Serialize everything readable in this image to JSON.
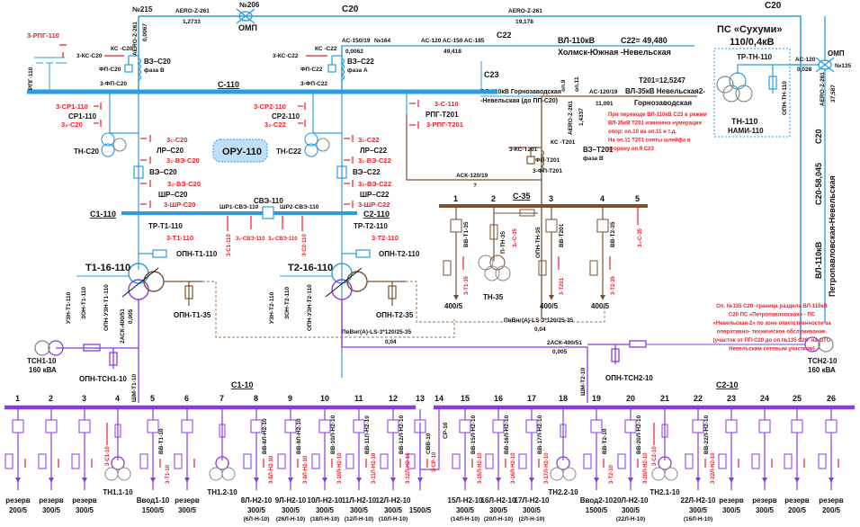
{
  "colors": {
    "hv": "#2a9de0",
    "mv35": "#7a5230",
    "lv10": "#8a3be0",
    "ground": "#e8222a",
    "note": "#e8222a",
    "tsn": "#888888"
  },
  "top": {
    "pole215": "№215",
    "pole206": "№206",
    "omp206": "ОМП",
    "c20_top": "C20",
    "aero_1": "AERO-Z-261",
    "len_1": "1,2733",
    "aero_2": "AERO-Z-261",
    "len_2": "19,178",
    "aero_vert": "AERO-Z-261",
    "len_vert": "0,0067",
    "c22_line": "C22",
    "vl110_title": "ВЛ-110кВ",
    "c22_len": "C22= 49,480",
    "vl110_route": "Холмск-Южная -Невельская",
    "ac150": "AC-150/19",
    "pole164": "№164",
    "len_164": "0,0062",
    "ac_mix": "AC-120 AC-150 AC-185",
    "len_mix": "49,418",
    "c23": "C23",
    "c23_name1": "ВЛ-110кВ Горнозаводская",
    "c23_name2": "-Невельская (до ПП-С20)",
    "op9": "оп.9",
    "op11": "оп.11",
    "ac120_19": "AC-120/19",
    "len_ac120": "11,091",
    "aero_t201": "AERO-Z-261",
    "len_t201": "1,4337",
    "t201_len": "T201=12,5247",
    "t201_name1": "ВЛ-35кВ Невельская2-",
    "t201_name2": "Горнозаводская",
    "note_t201": [
      "При переводе ВЛ-110кВ С23 в режим",
      "ВЛ-35кВ Т201 изменена нумерация",
      "опор: оп.10 на оп.11 и т.д.",
      "На оп.11 Т201 сняты шлейфа в",
      "сторону оп.9 С23"
    ]
  },
  "right": {
    "c20_top": "C20",
    "ps_title": "ПС «Сухуми»",
    "ps_voltage": "110/0,4кВ",
    "tr_tn": "ТР-ТН-110",
    "opn_tn": "ОПН-ТН-110",
    "tn110": "ТН-110",
    "nami": "НАМИ-110",
    "ac120": "AC-120",
    "len_ac120": "0,028",
    "omp": "ОМП",
    "pole135": "№135",
    "aero": "AERO-Z-261",
    "len_aero": "37,587",
    "c20_vert": "C20",
    "c20_len": "C20-58,045",
    "vl110": "ВЛ-110кВ",
    "route": "Петропавловская-Невельская",
    "note": [
      "Оп. №135 С20 -граница раздела ВЛ-110кВ",
      "С20 ПС «Петропавловская» - ПС",
      "«Невельская-2» по зоне ответственности за",
      "оперативно- техническое обслуживание.",
      "(участок от ПП-С20 до оп.№135 С20-  на ОТО",
      "Невельским сетевым  участком)"
    ]
  },
  "hv": {
    "rpg110": "РПГ-110",
    "z_rpg110": "3-РПГ-110",
    "ks_c20": "КС -С20",
    "z_ks_c20": "3-КС-С20",
    "vz_c20": "ВЗ–С20",
    "faza_c20": "фаза В",
    "fp_c20": "ФП-С20",
    "z_fp_c20": "3-ФП-С20",
    "fp_box": "ФП",
    "ks_c22": "КС -С22",
    "z_ks_c22": "3-КС-С22",
    "vz_c22": "ВЗ–С22",
    "faza_c22": "фаза А",
    "fp_c22": "ФП-С22",
    "z_fp_c22": "3-ФП-С22",
    "c110": "С-110",
    "z_sr1": "3-СР1-110",
    "sr1": "СР1-110",
    "z2_c20": "3₂-С20",
    "z_sr2": "3-СР2-110",
    "sr2": "СР2-110",
    "z2_c22": "3₂-С22",
    "tn_c20": "ТН-С20",
    "tn_c22": "ТН-С22",
    "oru": "ОРУ-110",
    "z1_c20": "3₁-С20",
    "lr_c20": "ЛР–С20",
    "z1_vz_c20": "3₁-ВЭ-С20",
    "ve_c20": "ВЭ–С20",
    "z2_vz_c20": "3₂-ВЭ-С20",
    "shr_c20": "ШР–С20",
    "z_shr_c20": "3-ШР-С20",
    "z1_c22": "3₁-С22",
    "lr_c22": "ЛР–С22",
    "z1_vz_c22": "3₁-ВЭ-С22",
    "ve_c22": "ВЭ–С22",
    "z2_vz_c22": "3₂-ВЭ-С22",
    "shr_c22": "ШР–С22",
    "z_shr_c22": "3-ШР-С22",
    "z_c110": "3-С-110",
    "rpg_t201": "РПГ-Т201",
    "z_rpg_t201": "3-РПГ-Т201",
    "ks_t201": "КС -Т201",
    "z_ks_t201": "3-КС-Т201",
    "vz_t201": "ВЗ–Т201",
    "faza_t201": "фаза В",
    "fp_t201": "ФП-Т201",
    "z_fp_t201": "3-ФП-Т201",
    "ask120": "АСК-120/19",
    "ask_q": "?",
    "c1_110": "С1-110",
    "c2_110": "С2-110",
    "sve": "СВЭ-110",
    "shr1_sve": "ШР1-СВЭ-110",
    "shr2_sve": "ШР2-СВЭ-110",
    "z_c1_110": "3-С1-110",
    "z1_sve": "3₁-СВЭ-110",
    "z2_sve": "3₂-СВЭ-110",
    "z_c2_110": "3-С2-110",
    "tr_t1": "ТР-Т1-110",
    "z_t1": "3-Т1-110",
    "opn_t1": "ОПН-Т1-110",
    "tr_t2": "ТР-Т2-110",
    "z_t2": "3-Т2-110",
    "opn_t2": "ОПН-Т2-110"
  },
  "transformers": {
    "t1": "Т1-16-110",
    "t2": "Т2-16-110",
    "uzn_t1": "УЗН-Т1-110",
    "zon_t1": "ЗОН-Т1-110",
    "opn_uzn_t1": "ОПН-УЗН-Т1-110",
    "opn_t1_35": "ОПН-Т1-35",
    "uzn_t2": "УЗН-Т2-110",
    "zon_t2": "ЗОН-Т2-110",
    "opn_uzn_t2": "ОПН-УЗН-Т2-110",
    "opn_t2_35": "ОПН-Т2-35",
    "cable1": "2АСК-400/51",
    "cable1_len": "0,005",
    "cable2": "2АСК-400/51",
    "cable2_len": "0,005",
    "pvvng1": "ПвВнг(А)-LS-3*120/25-35",
    "pvvng1_len": "0,04",
    "pvvng2": "ПвВнг(А)-LS-3*120/25-35",
    "pvvng2_len": "0,04",
    "tsn1": "ТСН1-10",
    "tsn1_kva": "160 кВА",
    "opn_tsn1": "ОПН-ТСН1-10",
    "shm_t1": "ШМ-Т1-10",
    "tsn2": "ТСН2-10",
    "tsn2_kva": "160 кВА",
    "opn_tsn2": "ОПН-ТСН2-10",
    "shm_t2": "ШМ-Т2-10"
  },
  "bus35": {
    "title": "С-35",
    "cells": [
      {
        "num": "1",
        "breaker": "ВВ-Т1-35",
        "ground": "3-Т1-35",
        "ct": "400/5"
      },
      {
        "num": "2",
        "breaker": "П-ТН-35",
        "ground": "3₁-С-35",
        "opn": "ОПН-ТН-35",
        "tn": "ТН-35"
      },
      {
        "num": "3",
        "breaker": "ВВ-Т201",
        "ground": "3-Т201",
        "ct": "400/5"
      },
      {
        "num": "4",
        "breaker": "ВВ-Т2-35",
        "ground": "3-Т2-35",
        "ct": "400/5"
      },
      {
        "num": "5",
        "ground": "3₂-С-35"
      }
    ]
  },
  "bus10": {
    "c1_title": "С1-10",
    "c2_title": "С2-10",
    "cells": [
      {
        "num": "1",
        "name": "резерв",
        "ct": "200/5",
        "type": "feeder"
      },
      {
        "num": "2",
        "name": "резерв",
        "ct": "300/5",
        "type": "feeder"
      },
      {
        "num": "3",
        "name": "резерв",
        "ct": "300/5",
        "type": "feeder"
      },
      {
        "num": "4",
        "name": "ТН1.1-10",
        "ct": "",
        "type": "tn",
        "ground": "3-С1-10"
      },
      {
        "num": "5",
        "name": "Ввод1-10",
        "ct": "1500/5",
        "type": "input",
        "breaker": "ВВ-Т1-10",
        "ground": "3-Т1-10"
      },
      {
        "num": "6",
        "name": "резерв",
        "ct": "300/5",
        "type": "feeder"
      },
      {
        "num": "7",
        "name": "ТН1.2-10",
        "ct": "",
        "type": "tn"
      },
      {
        "num": "8",
        "name": "8Л-Н2-10",
        "ct": "300/5",
        "sub": "(6Л-Н-10)",
        "type": "line",
        "breaker": "ВВ-8Л-Н2-10",
        "ground": "3-8Л-Н2-10"
      },
      {
        "num": "9",
        "name": "9Л-Н2-10",
        "ct": "300/5",
        "sub": "(26Л-Н-10)",
        "type": "line",
        "breaker": "ВВ-9Л-Н2-10",
        "ground": "3-9Л-Н2-10"
      },
      {
        "num": "10",
        "name": "10Л-Н2-10",
        "ct": "300/5",
        "sub": "(18Л-Н-10)",
        "type": "line",
        "breaker": "ВВ-10Л-Н2-10",
        "ground": "3-10Л-Н2-10"
      },
      {
        "num": "11",
        "name": "11Л-Н2-10",
        "ct": "300/5",
        "sub": "(12Л-Н-10)",
        "type": "line",
        "breaker": "ВВ-11Л-Н2-10",
        "ground": "3-11Л-Н2-10"
      },
      {
        "num": "12",
        "name": "12Л-Н2-10",
        "ct": "300/5",
        "sub": "(10Л-Н-10)",
        "type": "line",
        "breaker": "ВВ-12Л-Н2-10",
        "ground": "3-12Л-Н2-10"
      },
      {
        "num": "13",
        "name": "",
        "ct": "1500/5",
        "type": "sec",
        "breaker": "СВВ-10"
      },
      {
        "num": "14",
        "name": "",
        "ct": "",
        "type": "sr",
        "breaker": "СР-10",
        "ground": "3-СР-10"
      },
      {
        "num": "15",
        "name": "15Л-Н2-10",
        "ct": "300/5",
        "sub": "(14Л-Н-10)",
        "type": "line",
        "breaker": "ВВ-15Л-Н2-10",
        "ground": "3-15Л-Н2-10"
      },
      {
        "num": "16",
        "name": "16Л-Н2-10",
        "ct": "300/5",
        "sub": "(20Л-Н-10)",
        "type": "line",
        "breaker": "ВВ-16Л-Н2-10",
        "ground": "3-16Л-Н2-10"
      },
      {
        "num": "17",
        "name": "17Л-Н2-10",
        "ct": "300/5",
        "sub": "(2Л-Н-10)",
        "type": "line",
        "breaker": "ВВ-17Л-Н2-10",
        "ground": "3-17Л-Н2-10"
      },
      {
        "num": "18",
        "name": "ТН2.2-10",
        "ct": "",
        "type": "tn"
      },
      {
        "num": "19",
        "name": "Ввод2-10",
        "ct": "1500/5",
        "type": "input",
        "breaker": "ВВ-Т2-10",
        "ground": "3-Т2-10"
      },
      {
        "num": "20",
        "name": "20Л-Н2-10",
        "ct": "300/5",
        "sub": "(22Л-Н-10)",
        "type": "line",
        "breaker": "ВВ-20Л-Н2-10",
        "ground": "3-20Л-Н2-10"
      },
      {
        "num": "21",
        "name": "ТН2.1-10",
        "ct": "",
        "type": "tn",
        "ground": "3-С2-10"
      },
      {
        "num": "22",
        "name": "22Л-Н2-10",
        "ct": "300/5",
        "sub": "(16Л-Н-10)",
        "type": "line",
        "breaker": "ВВ-22Л-Н2-10",
        "ground": "3-22Л-Н2-10"
      },
      {
        "num": "23",
        "name": "резерв",
        "ct": "300/5",
        "type": "feeder"
      },
      {
        "num": "24",
        "name": "резерв",
        "ct": "300/5",
        "type": "feeder"
      },
      {
        "num": "25",
        "name": "резерв",
        "ct": "200/5",
        "type": "feeder"
      },
      {
        "num": "26",
        "name": "резерв",
        "ct": "200/5",
        "type": "feeder"
      }
    ]
  }
}
